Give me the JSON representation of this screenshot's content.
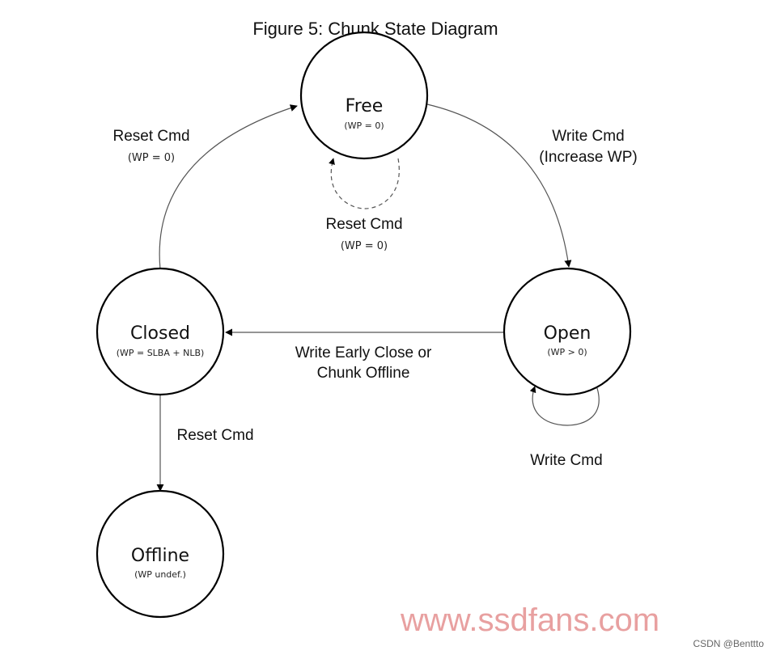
{
  "title": "Figure 5: Chunk State Diagram",
  "states": {
    "free": {
      "name": "Free",
      "sub": "(WP = 0)"
    },
    "open": {
      "name": "Open",
      "sub": "(WP > 0)"
    },
    "closed": {
      "name": "Closed",
      "sub": "(WP = SLBA + NLB)"
    },
    "offline": {
      "name": "Offline",
      "sub": "(WP undef.)"
    }
  },
  "transitions": {
    "free_to_open": {
      "label_line1": "Write Cmd",
      "label_line2": "(Increase WP)"
    },
    "free_self": {
      "label": "Reset Cmd",
      "sub": "(WP = 0)"
    },
    "closed_to_free": {
      "label": "Reset Cmd",
      "sub": "(WP = 0)"
    },
    "open_to_closed": {
      "label_line1": "Write Early Close or",
      "label_line2": "Chunk Offline"
    },
    "open_self": {
      "label": "Write Cmd"
    },
    "closed_to_offline": {
      "label": "Reset Cmd"
    }
  },
  "watermark": "www.ssdfans.com",
  "credit": "CSDN @Benttto"
}
